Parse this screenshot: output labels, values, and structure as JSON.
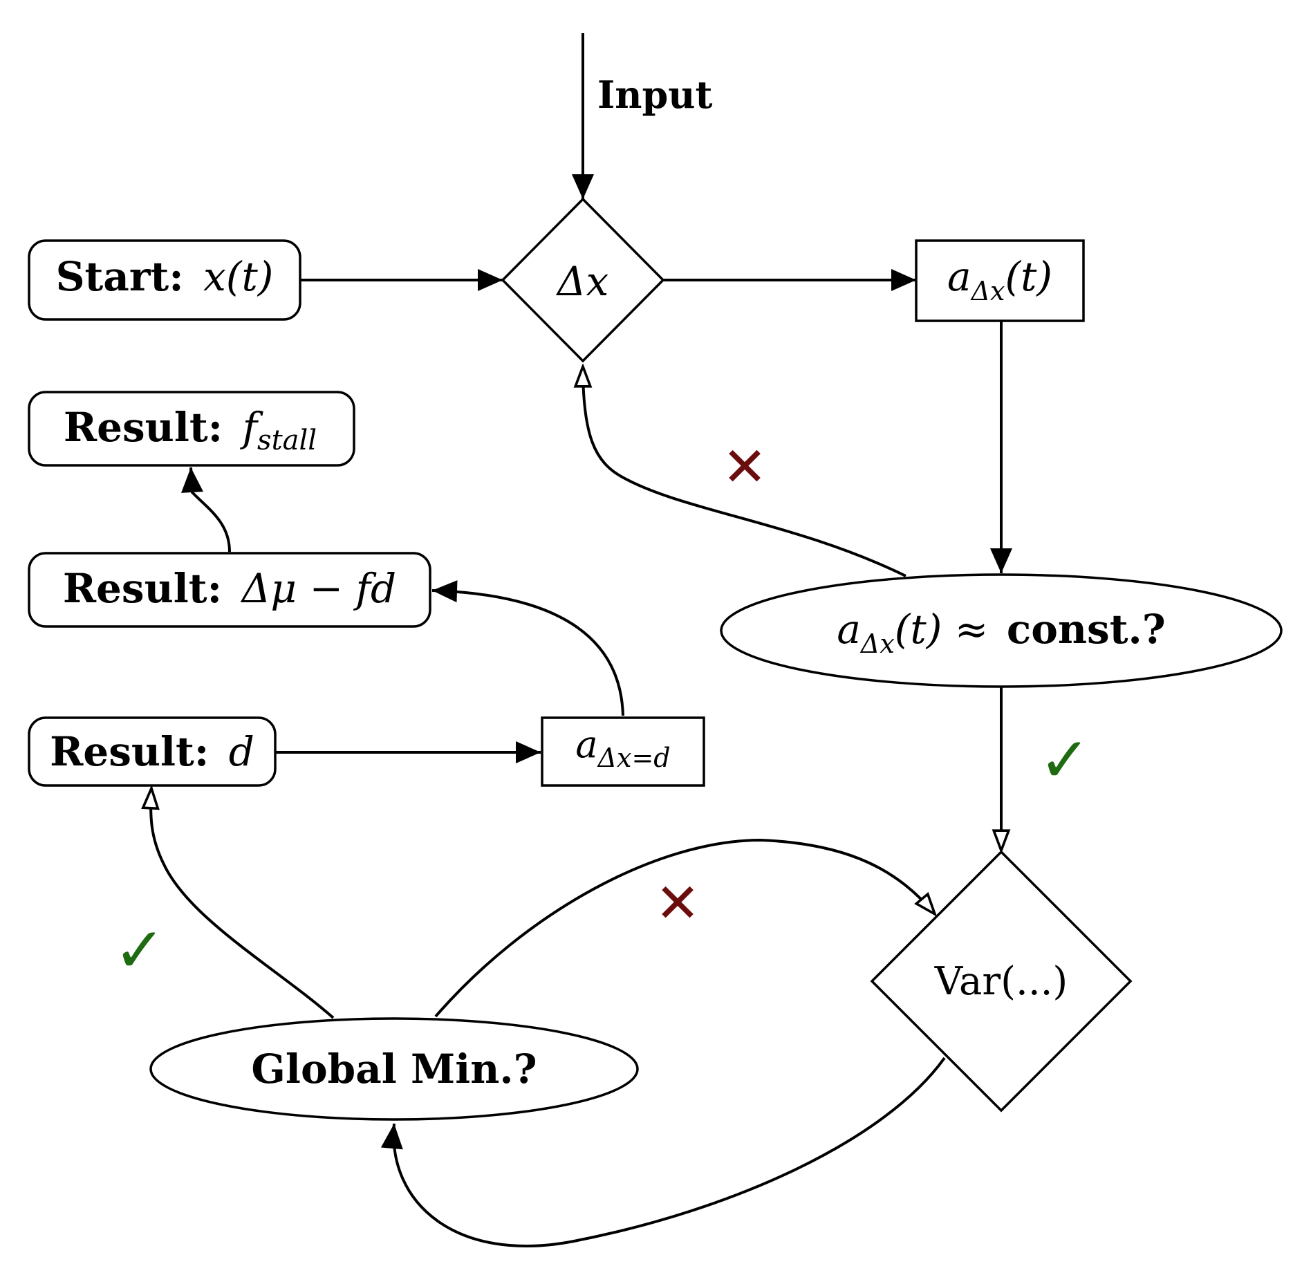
{
  "diagram": {
    "input_label": "Input",
    "start": {
      "prefix": "Start:",
      "expr": "x(t)"
    },
    "delta_x": "Δx",
    "a_delta_x": {
      "base": "a",
      "sub": "Δx",
      "arg": "(t)"
    },
    "const_check": {
      "base": "a",
      "sub": "Δx",
      "arg": "(t) ≈",
      "bold": "const.?"
    },
    "result_fstall": {
      "prefix": "Result:",
      "base": "f",
      "sub": "stall"
    },
    "result_dmu": {
      "prefix": "Result:",
      "expr": "Δμ − fd"
    },
    "result_d": {
      "prefix": "Result:",
      "expr": "d"
    },
    "a_delta_x_d": {
      "base": "a",
      "sub": "Δx=d"
    },
    "var_node": "Var(...)",
    "global_min": "Global Min.?",
    "markers": {
      "check": "✓",
      "cross": "✕"
    },
    "colors": {
      "check": "#1f6b12",
      "cross": "#6b0d0d",
      "stroke": "#000000"
    }
  }
}
